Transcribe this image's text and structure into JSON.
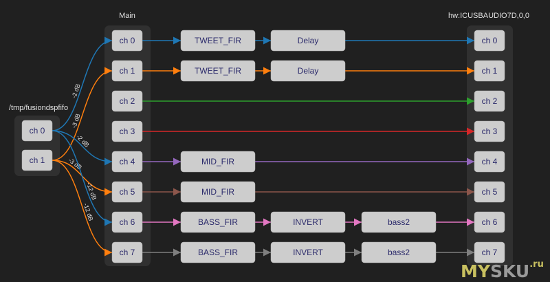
{
  "groups": {
    "input": {
      "title": "/tmp/fusiondspfifo",
      "channels": [
        "ch 0",
        "ch 1"
      ]
    },
    "main": {
      "title": "Main",
      "channels": [
        "ch 0",
        "ch 1",
        "ch 2",
        "ch 3",
        "ch 4",
        "ch 5",
        "ch 6",
        "ch 7"
      ]
    },
    "output": {
      "title": "hw:ICUSBAUDIO7D,0,0",
      "channels": [
        "ch 0",
        "ch 1",
        "ch 2",
        "ch 3",
        "ch 4",
        "ch 5",
        "ch 6",
        "ch 7"
      ]
    }
  },
  "pipeline": [
    {
      "channel": 0,
      "color": "#1f77b4",
      "filters": [
        "TWEET_FIR",
        "Delay"
      ]
    },
    {
      "channel": 1,
      "color": "#ff7f0e",
      "filters": [
        "TWEET_FIR",
        "Delay"
      ]
    },
    {
      "channel": 2,
      "color": "#2ca02c",
      "filters": []
    },
    {
      "channel": 3,
      "color": "#d62728",
      "filters": []
    },
    {
      "channel": 4,
      "color": "#9467bd",
      "filters": [
        "MID_FIR"
      ]
    },
    {
      "channel": 5,
      "color": "#8c564b",
      "filters": [
        "MID_FIR"
      ]
    },
    {
      "channel": 6,
      "color": "#e377c2",
      "filters": [
        "BASS_FIR",
        "INVERT",
        "bass2"
      ]
    },
    {
      "channel": 7,
      "color": "#7f7f7f",
      "filters": [
        "BASS_FIR",
        "INVERT",
        "bass2"
      ]
    }
  ],
  "mixer": [
    {
      "from": 0,
      "to": 0,
      "gain": "-2 dB",
      "color": "#1f77b4"
    },
    {
      "from": 1,
      "to": 1,
      "gain": "-3 dB",
      "color": "#ff7f0e"
    },
    {
      "from": 0,
      "to": 4,
      "gain": "-2 dB",
      "color": "#1f77b4"
    },
    {
      "from": 1,
      "to": 5,
      "gain": "-3 dB",
      "color": "#ff7f0e"
    },
    {
      "from": 0,
      "to": 6,
      "gain": "-12 dB",
      "color": "#1f77b4"
    },
    {
      "from": 1,
      "to": 7,
      "gain": "-12 dB",
      "color": "#ff7f0e"
    }
  ],
  "watermark": {
    "text_a": "MY",
    "text_b": "SKU",
    "suffix": ".ru"
  }
}
